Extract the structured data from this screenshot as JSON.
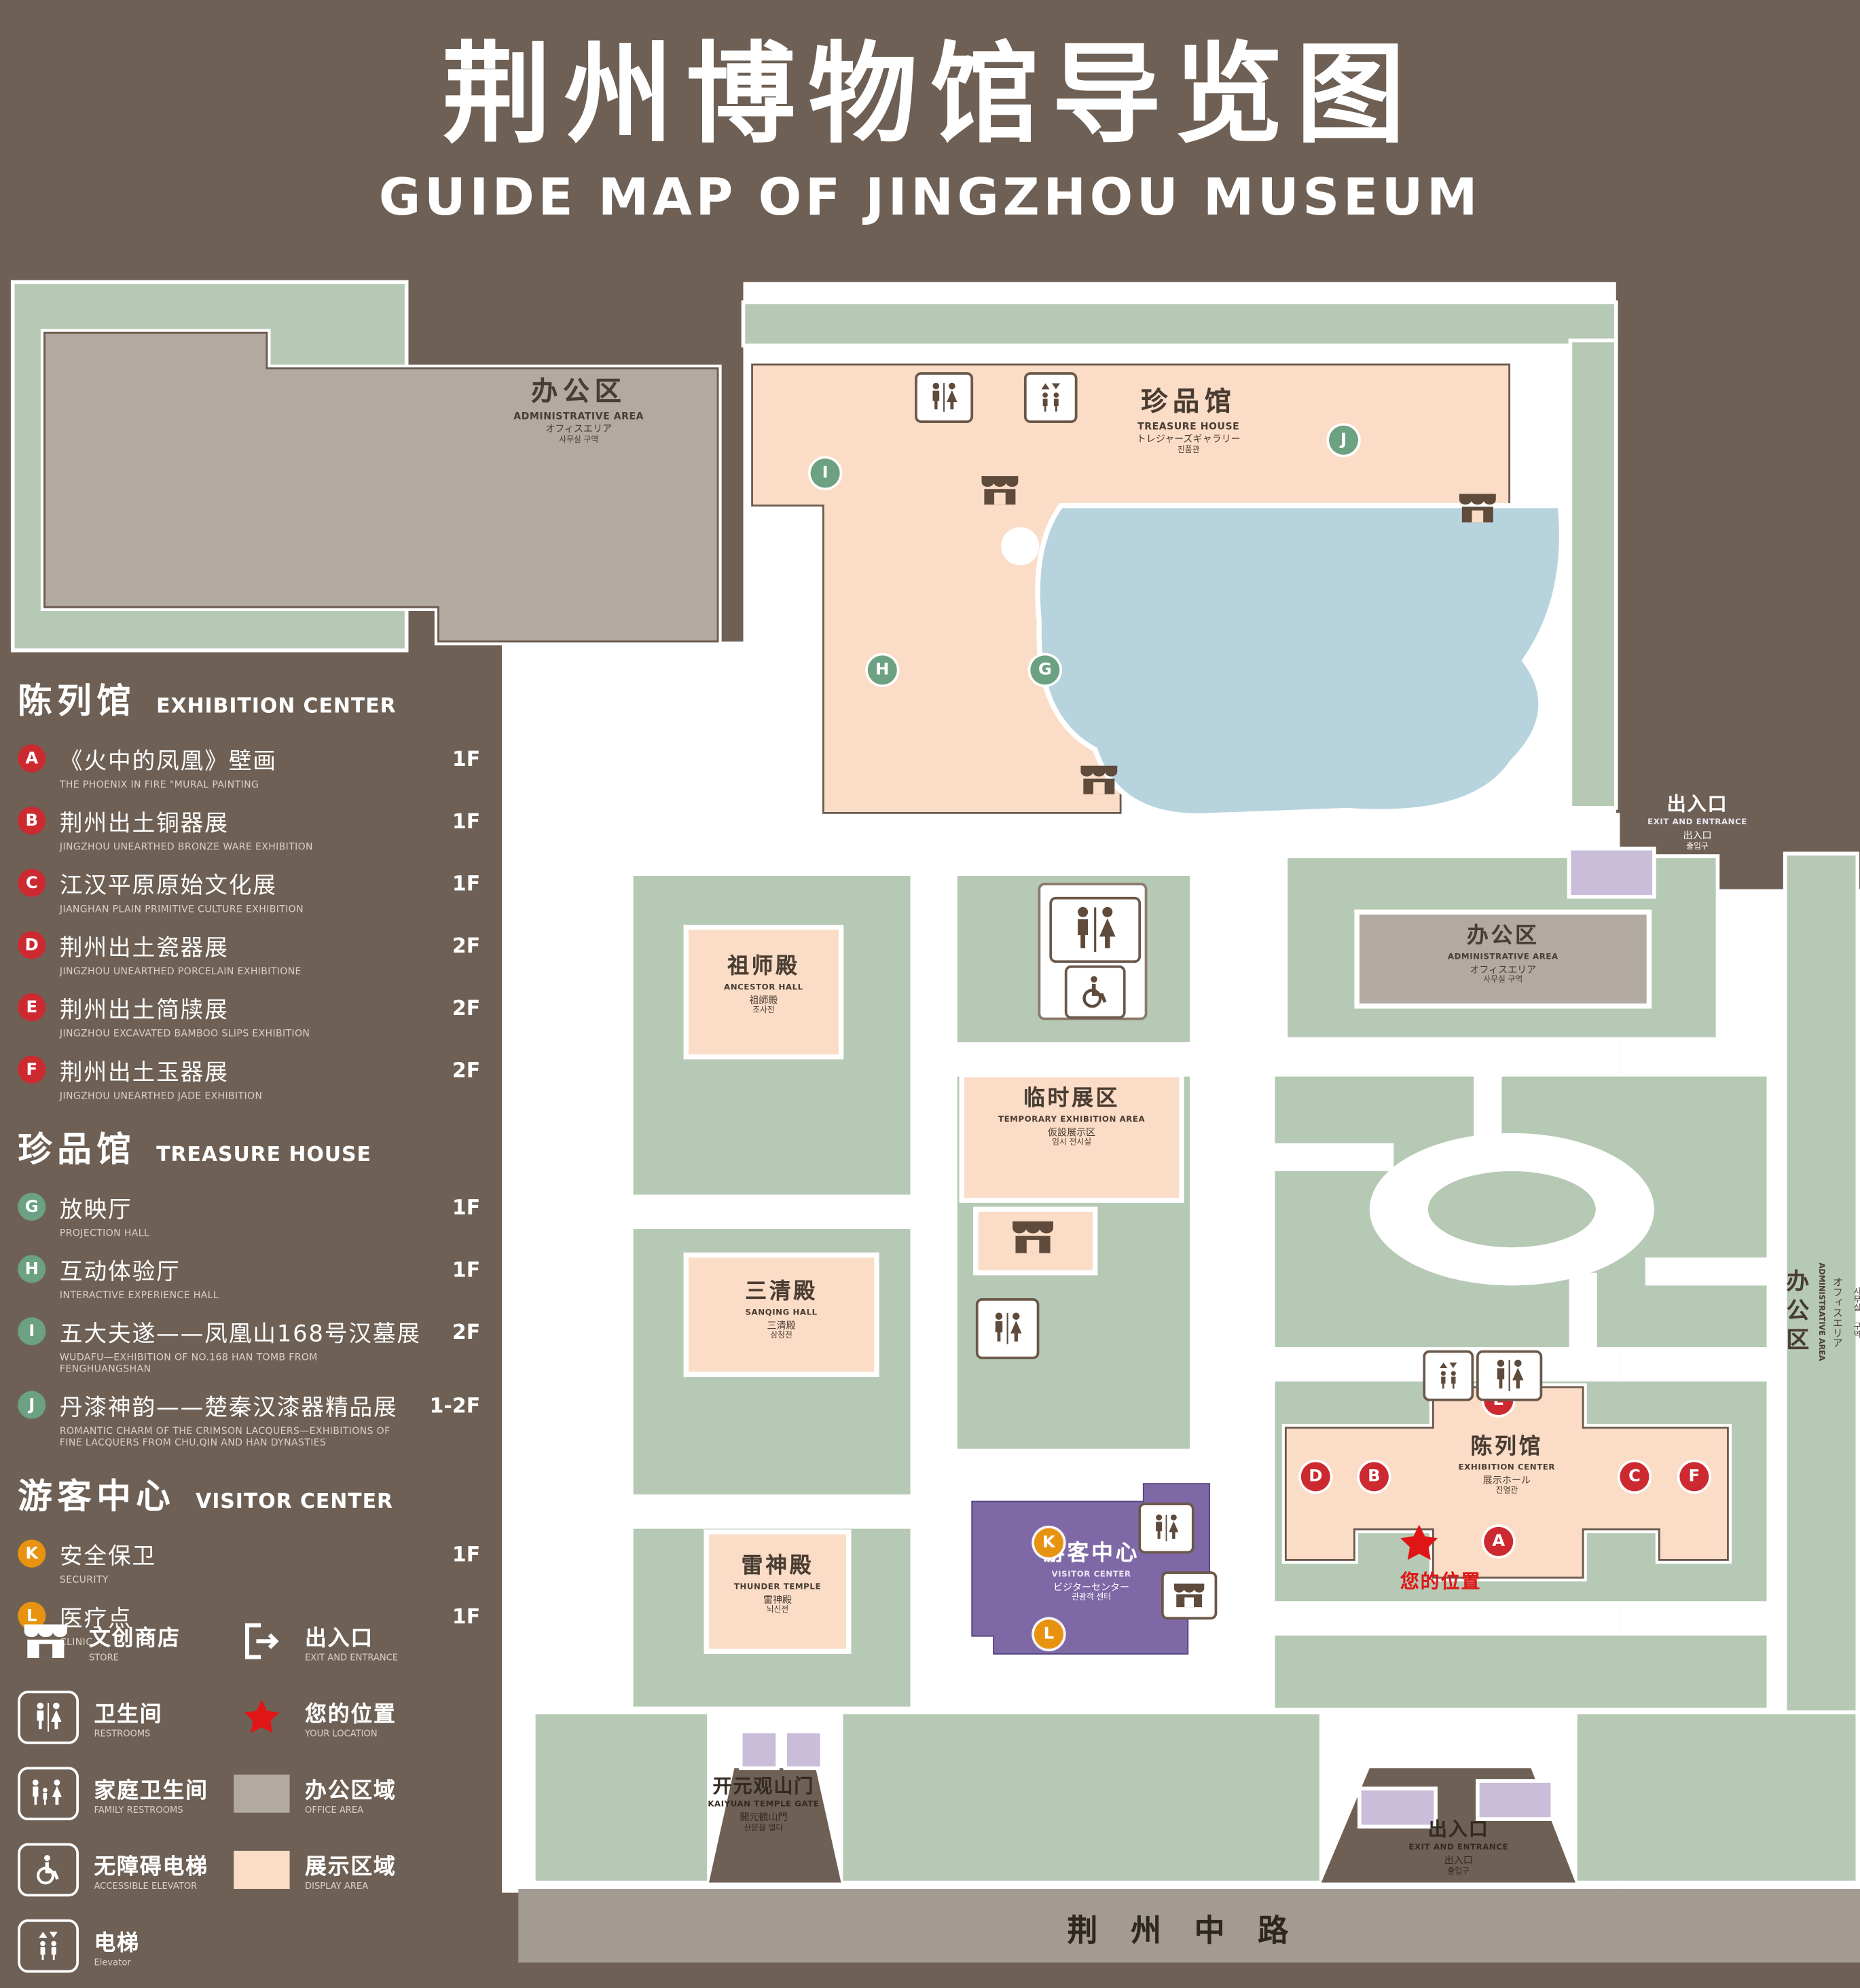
{
  "title": {
    "zh": "荆州博物馆导览图",
    "en": "GUIDE MAP OF JINGZHOU MUSEUM"
  },
  "colors": {
    "background": "#6e6055",
    "lawn": "#b6c9b4",
    "display_area": "#fbdcc6",
    "office_area": "#b2a9a1",
    "visitor_center": "#7e69a6",
    "entrance_block": "#c9bdd9",
    "pond": "#b7d3dd",
    "road": "#a39a91",
    "marker_red": "#cd2930",
    "marker_green": "#6ca182",
    "marker_orange": "#e8930f",
    "location_red": "#e01616"
  },
  "legend": {
    "sections": [
      {
        "title_zh": "陈列馆",
        "title_en": "EXHIBITION CENTER",
        "items": [
          {
            "letter": "A",
            "zh": "《火中的凤凰》壁画",
            "en": "THE PHOENIX IN FIRE \"MURAL PAINTING",
            "floor": "1F"
          },
          {
            "letter": "B",
            "zh": "荆州出土铜器展",
            "en": "JINGZHOU UNEARTHED BRONZE WARE EXHIBITION",
            "floor": "1F"
          },
          {
            "letter": "C",
            "zh": "江汉平原原始文化展",
            "en": "JIANGHAN PLAIN PRIMITIVE CULTURE EXHIBITION",
            "floor": "1F"
          },
          {
            "letter": "D",
            "zh": "荆州出土瓷器展",
            "en": "JINGZHOU UNEARTHED PORCELAIN EXHIBITIONE",
            "floor": "2F"
          },
          {
            "letter": "E",
            "zh": "荆州出土简牍展",
            "en": "JINGZHOU EXCAVATED BAMBOO SLIPS EXHIBITION",
            "floor": "2F"
          },
          {
            "letter": "F",
            "zh": "荆州出土玉器展",
            "en": "JINGZHOU UNEARTHED JADE EXHIBITION",
            "floor": "2F"
          }
        ]
      },
      {
        "title_zh": "珍品馆",
        "title_en": "TREASURE HOUSE",
        "items": [
          {
            "letter": "G",
            "zh": "放映厅",
            "en": "PROJECTION HALL",
            "floor": "1F"
          },
          {
            "letter": "H",
            "zh": "互动体验厅",
            "en": "INTERACTIVE EXPERIENCE HALL",
            "floor": "1F"
          },
          {
            "letter": "I",
            "zh": "五大夫遂——凤凰山168号汉墓展",
            "en": "WUDAFU—EXHIBITION OF NO.168 HAN TOMB FROM FENGHUANGSHAN",
            "floor": "2F"
          },
          {
            "letter": "J",
            "zh": "丹漆神韵——楚秦汉漆器精品展",
            "en": "ROMANTIC CHARM OF THE CRIMSON LACQUERS—EXHIBITIONS OF FINE LACQUERS FROM CHU,QIN AND HAN DYNASTIES",
            "floor": "1-2F"
          }
        ]
      },
      {
        "title_zh": "游客中心",
        "title_en": "VISITOR CENTER",
        "items": [
          {
            "letter": "K",
            "zh": "安全保卫",
            "en": "SECURITY",
            "floor": "1F"
          },
          {
            "letter": "L",
            "zh": "医疗点",
            "en": "CLINIC",
            "floor": "1F"
          }
        ]
      }
    ],
    "symbols_col1": [
      {
        "zh": "文创商店",
        "en": "STORE"
      },
      {
        "zh": "卫生间",
        "en": "RESTROOMS"
      },
      {
        "zh": "家庭卫生间",
        "en": "FAMILY RESTROOMS"
      },
      {
        "zh": "无障碍电梯",
        "en": "ACCESSIBLE ELEVATOR"
      },
      {
        "zh": "电梯",
        "en": "Elevator"
      }
    ],
    "symbols_col2": [
      {
        "zh": "出入口",
        "en": "EXIT AND ENTRANCE"
      },
      {
        "zh": "您的位置",
        "en": "YOUR LOCATION"
      },
      {
        "zh": "办公区域",
        "en": "OFFICE AREA"
      },
      {
        "zh": "展示区域",
        "en": "DISPLAY AREA"
      }
    ]
  },
  "map": {
    "buildings": {
      "admin": {
        "zh": "办公区",
        "en": "ADMINISTRATIVE AREA",
        "ja": "オフィスエリア",
        "ko": "사무실 구역"
      },
      "treasure": {
        "zh": "珍品馆",
        "en": "TREASURE HOUSE",
        "ja": "トレジャーズギャラリー",
        "ko": "진품관"
      },
      "ancestor": {
        "zh": "祖师殿",
        "en": "ANCESTOR HALL",
        "ja": "祖師殿",
        "ko": "조사전"
      },
      "temporary": {
        "zh": "临时展区",
        "en": "TEMPORARY EXHIBITION AREA",
        "ja": "仮設展示区",
        "ko": "임시 전시실"
      },
      "sanqing": {
        "zh": "三清殿",
        "en": "SANQING HALL",
        "ja": "三清殿",
        "ko": "삼청전"
      },
      "thunder": {
        "zh": "雷神殿",
        "en": "THUNDER TEMPLE",
        "ja": "雷神殿",
        "ko": "뇌신전"
      },
      "visitor": {
        "zh": "游客中心",
        "en": "VISITOR CENTER",
        "ja": "ビジターセンター",
        "ko": "관광객 센터"
      },
      "exhibition": {
        "zh": "陈列馆",
        "en": "EXHIBITION CENTER",
        "ja": "展示ホール",
        "ko": "진열관"
      },
      "gate": {
        "zh": "开元观山门",
        "en": "KAIYUAN TEMPLE GATE",
        "ja": "開元観山門",
        "ko": "산문을 열다"
      }
    },
    "exit": {
      "zh": "出入口",
      "en": "EXIT AND ENTRANCE",
      "ja": "出入口",
      "ko": "출입구"
    },
    "your_location": "您的位置",
    "road": "荆州中路"
  }
}
